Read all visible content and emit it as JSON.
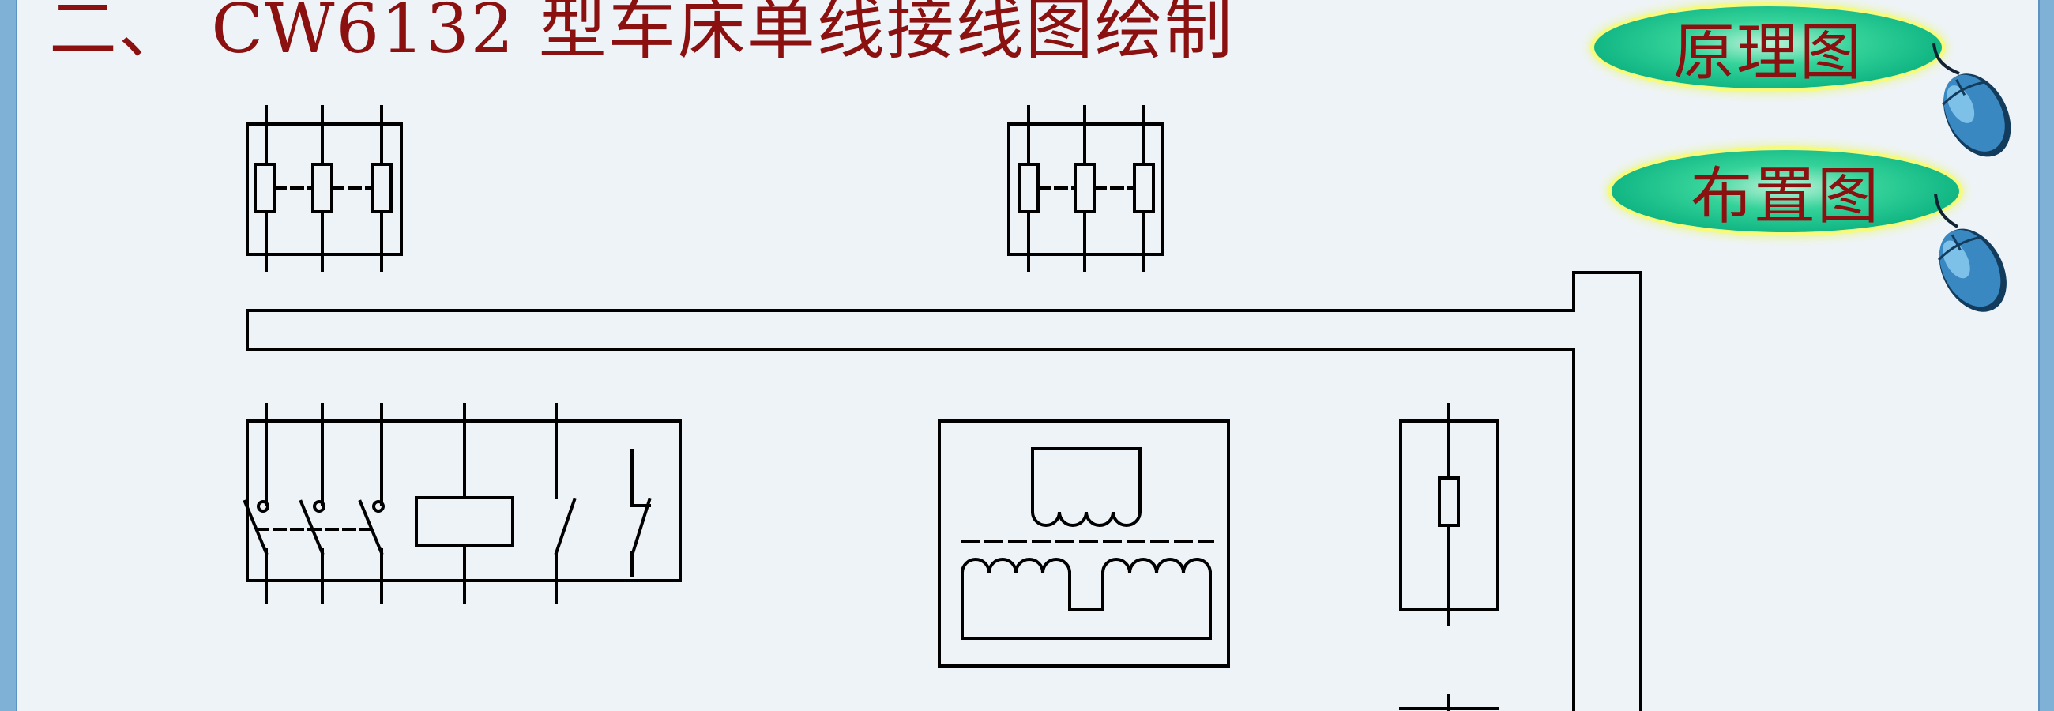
{
  "title": "二、 CW6132 型车床单线接线图绘制",
  "nav": {
    "schematic_label": "原理图",
    "layout_label": "布置图"
  },
  "icons": {
    "schematic_pointer": "computer-mouse-icon",
    "layout_pointer": "computer-mouse-icon"
  },
  "colors": {
    "background": "#eef3f8",
    "frame": "#7fb0d6",
    "title": "#8b1010",
    "button_fill": "#12b784",
    "button_glow": "#f6fb7d",
    "mouse": "#3a88c2",
    "line": "#000000"
  }
}
